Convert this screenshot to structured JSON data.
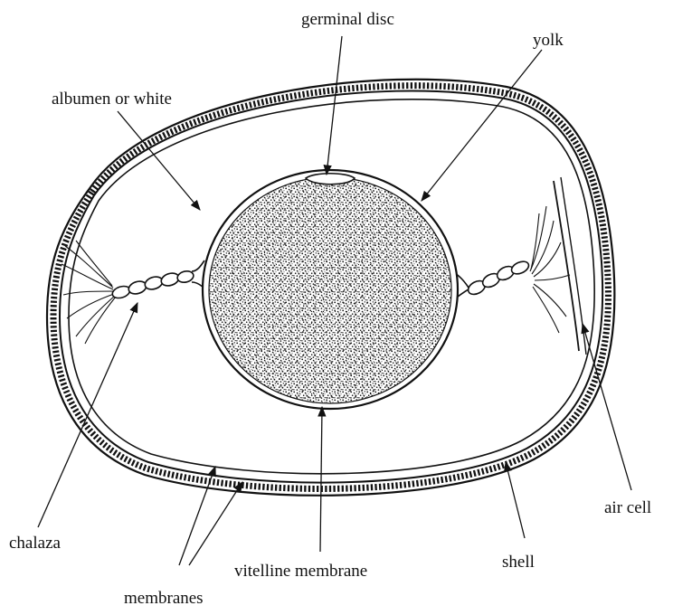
{
  "labels": {
    "germinal_disc": "germinal disc",
    "yolk": "yolk",
    "albumen": "albumen or white",
    "chalaza": "chalaza",
    "membranes": "membranes",
    "vitelline_membrane": "vitelline membrane",
    "shell": "shell",
    "air_cell": "air cell"
  },
  "colors": {
    "ink": "#111111",
    "paper": "#ffffff"
  }
}
